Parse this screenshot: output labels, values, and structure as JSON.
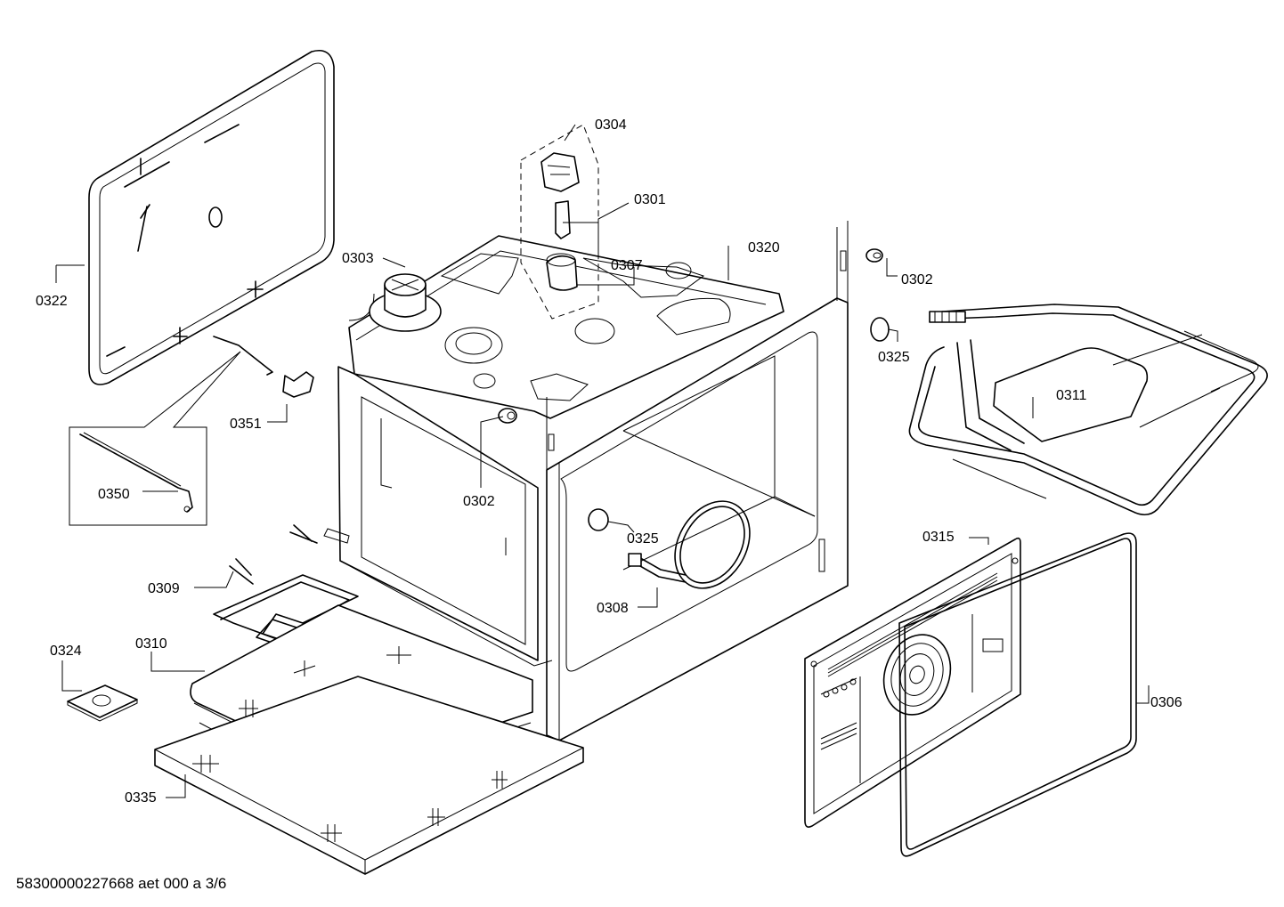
{
  "callouts": {
    "c0304": "0304",
    "c0301": "0301",
    "c0320": "0320",
    "c0303": "0303",
    "c0307": "0307",
    "c0302a": "0302",
    "c0322": "0322",
    "c0325a": "0325",
    "c0311": "0311",
    "c0351": "0351",
    "c0302b": "0302",
    "c0350": "0350",
    "c0325b": "0325",
    "c0315": "0315",
    "c0309": "0309",
    "c0308": "0308",
    "c0324": "0324",
    "c0310": "0310",
    "c0306": "0306",
    "c0335": "0335"
  },
  "footer": "58300000227668 aet 000 a 3/6"
}
